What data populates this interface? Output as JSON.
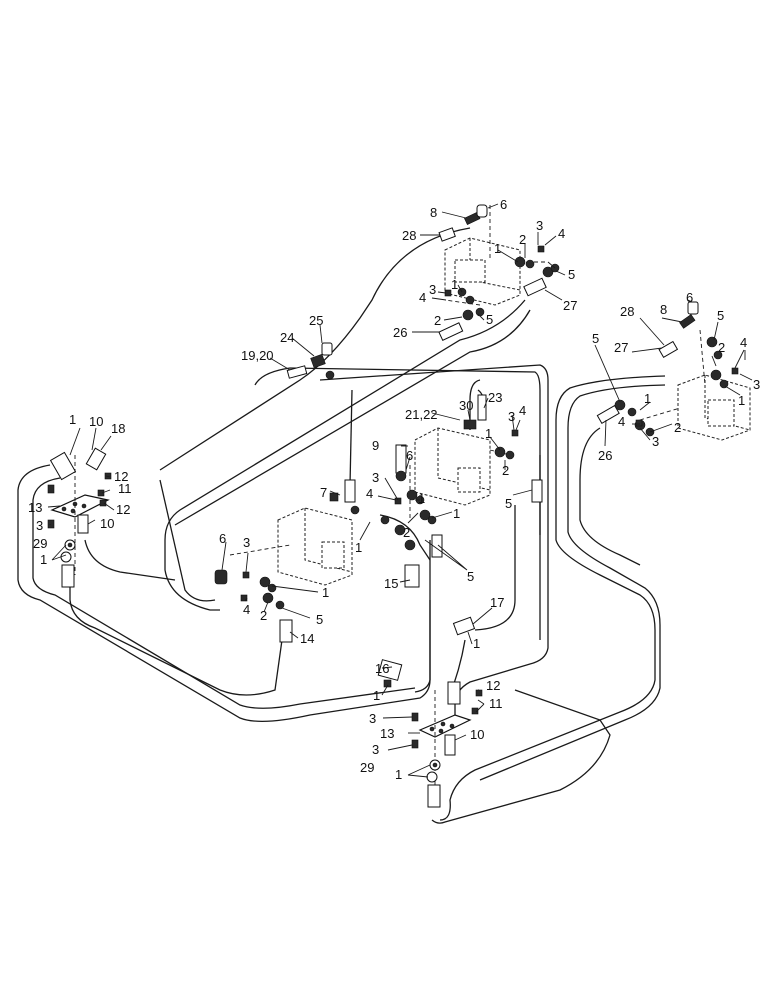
{
  "labels": {
    "p1": "1",
    "p2": "2",
    "p3": "3",
    "p4": "4",
    "p5": "5",
    "p6": "6",
    "p7": "7",
    "p8": "8",
    "p9": "9",
    "p10": "10",
    "p11": "11",
    "p12": "12",
    "p13": "13",
    "p14": "14",
    "p15": "15",
    "p16": "16",
    "p17": "17",
    "p18": "18",
    "p19_20": "19,20",
    "p21_22": "21,22",
    "p23": "23",
    "p24": "24",
    "p25": "25",
    "p26": "26",
    "p27": "27",
    "p28": "28",
    "p29": "29",
    "p30": "30"
  }
}
